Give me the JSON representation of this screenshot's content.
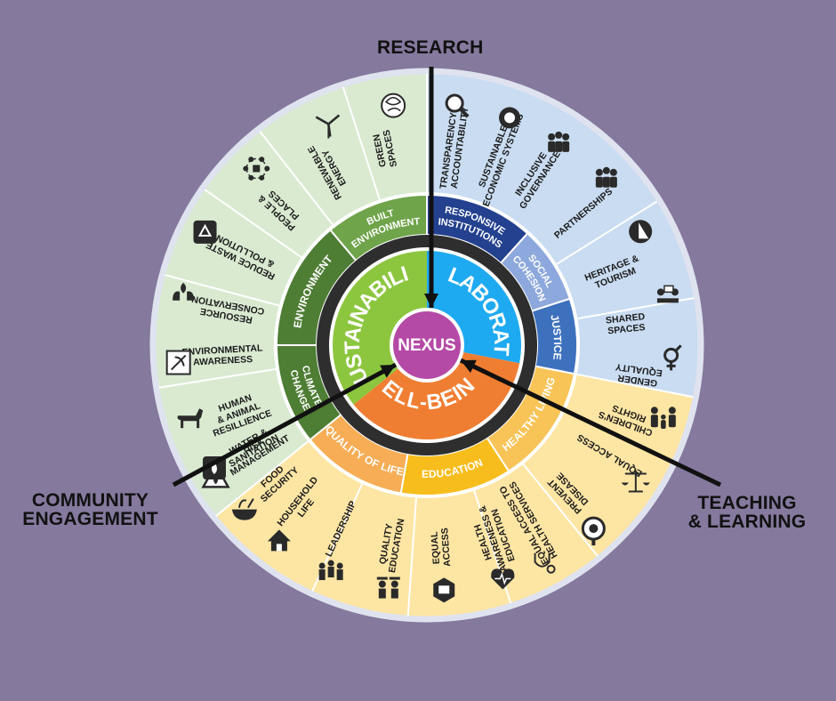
{
  "center": {
    "label": "NEXUS"
  },
  "colors": {
    "background": "#85799e",
    "sustainability": "#8cc63f",
    "collaboration": "#1eaaf1",
    "wellbeing": "#f07e32",
    "nexus": "#b54aa6",
    "green_dark": "#4e7d34",
    "green_mid": "#6fa44a",
    "blue_dark": "#23418e",
    "blue_light": "#8da8dc",
    "blue_mid": "#3d71be",
    "orange_light": "#f6ad55",
    "yellow": "#f7bd1d",
    "yellow_light": "#f8c457",
    "outer_green": "#d9ead1",
    "outer_blue": "#c9dcf1",
    "outer_yellow": "#fde5a4"
  },
  "pillars": [
    {
      "id": "sustainability",
      "label": "SUSTAINABILITY"
    },
    {
      "id": "collaboration",
      "label": "COLLABORATION"
    },
    {
      "id": "wellbeing",
      "label": "WELL-BEING"
    }
  ],
  "themes": [
    {
      "label": "BUILT ENVIRONMENT",
      "lines": [
        "BUILT",
        "ENVIRONMENT"
      ]
    },
    {
      "label": "ENVIRONMENT",
      "lines": [
        "ENVIRONMENT"
      ]
    },
    {
      "label": "CLIMATE CHANGE",
      "lines": [
        "CLIMATE",
        "CHANGE"
      ]
    },
    {
      "label": "RESPONSIVE INSTITUTIONS",
      "lines": [
        "RESPONSIVE",
        "INSTITUTIONS"
      ]
    },
    {
      "label": "SOCIAL COHESION",
      "lines": [
        "SOCIAL",
        "COHESION"
      ]
    },
    {
      "label": "JUSTICE",
      "lines": [
        "JUSTICE"
      ]
    },
    {
      "label": "HEALTHY LIVING",
      "lines": [
        "HEALTHY LIVING"
      ]
    },
    {
      "label": "EDUCATION",
      "lines": [
        "EDUCATION"
      ]
    },
    {
      "label": "QUALITY OF LIFE",
      "lines": [
        "QUALITY OF LIFE"
      ]
    }
  ],
  "topics": [
    {
      "lines": [
        "GREEN",
        "SPACES"
      ],
      "icon": "globe-leaf-icon"
    },
    {
      "lines": [
        "RENEWABLE",
        "ENERGY"
      ],
      "icon": "wind-turbine-icon"
    },
    {
      "lines": [
        "PEOPLE &",
        "PLACES"
      ],
      "icon": "network-people-icon"
    },
    {
      "lines": [
        "REDUCE WASTE",
        "& POLLUTION"
      ],
      "icon": "recycle-icon"
    },
    {
      "lines": [
        "RESOURCE",
        "CONSERVATION"
      ],
      "icon": "hands-leaf-icon"
    },
    {
      "lines": [
        "ENVIRONMENTAL",
        "AWARENESS"
      ],
      "icon": "eco-sign-icon"
    },
    {
      "lines": [
        "HUMAN",
        "& ANIMAL",
        "RESILLIENCE"
      ],
      "icon": "donkey-icon"
    },
    {
      "lines": [
        "RISK",
        "MANAGEMENT"
      ],
      "icon": "fire-warning-icon"
    },
    {
      "lines": [
        "TRANSPARENCY &",
        "ACCOUNTABILITY"
      ],
      "icon": "magnifier-icon"
    },
    {
      "lines": [
        "SUSTAINABLE",
        "ECONOMIC SYSTEMS"
      ],
      "icon": "gear-globe-icon"
    },
    {
      "lines": [
        "INCLUSIVE",
        "GOVERNANCE"
      ],
      "icon": "group-icon"
    },
    {
      "lines": [
        "PARTNERSHIPS"
      ],
      "icon": "partners-icon"
    },
    {
      "lines": [
        "HERITAGE &",
        "TOURISM"
      ],
      "icon": "sail-globe-icon"
    },
    {
      "lines": [
        "SHARED",
        "SPACES"
      ],
      "icon": "meeting-table-icon"
    },
    {
      "lines": [
        "GENDER",
        "EQUALITY"
      ],
      "icon": "gender-icon"
    },
    {
      "lines": [
        "CHILDREN'S",
        "RIGHTS"
      ],
      "icon": "family-icon"
    },
    {
      "lines": [
        "EQUAL ACCESS"
      ],
      "icon": "scales-icon"
    },
    {
      "lines": [
        "PREVENT",
        "DISEASE"
      ],
      "icon": "virus-search-icon"
    },
    {
      "lines": [
        "EQUAL ACCESS TO",
        "HEALTH SERVICES"
      ],
      "icon": "stethoscope-icon"
    },
    {
      "lines": [
        "HEALTH",
        "AWARENESS &",
        "EDUCATION"
      ],
      "icon": "heartbeat-icon"
    },
    {
      "lines": [
        "EQUAL",
        "ACCESS"
      ],
      "icon": "book-hex-icon"
    },
    {
      "lines": [
        "QUALITY",
        "EDUCATION"
      ],
      "icon": "graduates-icon"
    },
    {
      "lines": [
        "LEADERSHIP"
      ],
      "icon": "leaders-icon"
    },
    {
      "lines": [
        "HOUSEHOLD",
        "LIFE"
      ],
      "icon": "house-icon"
    },
    {
      "lines": [
        "FOOD",
        "SECURITY"
      ],
      "icon": "food-bowl-icon"
    },
    {
      "lines": [
        "WATER &",
        "SANITATION"
      ],
      "icon": "water-tap-icon"
    }
  ],
  "arrows": {
    "research": {
      "lines": [
        "RESEARCH"
      ]
    },
    "community": {
      "lines": [
        "COMMUNITY",
        "ENGAGEMENT"
      ]
    },
    "teaching": {
      "lines": [
        "TEACHING",
        "& LEARNING"
      ]
    }
  }
}
